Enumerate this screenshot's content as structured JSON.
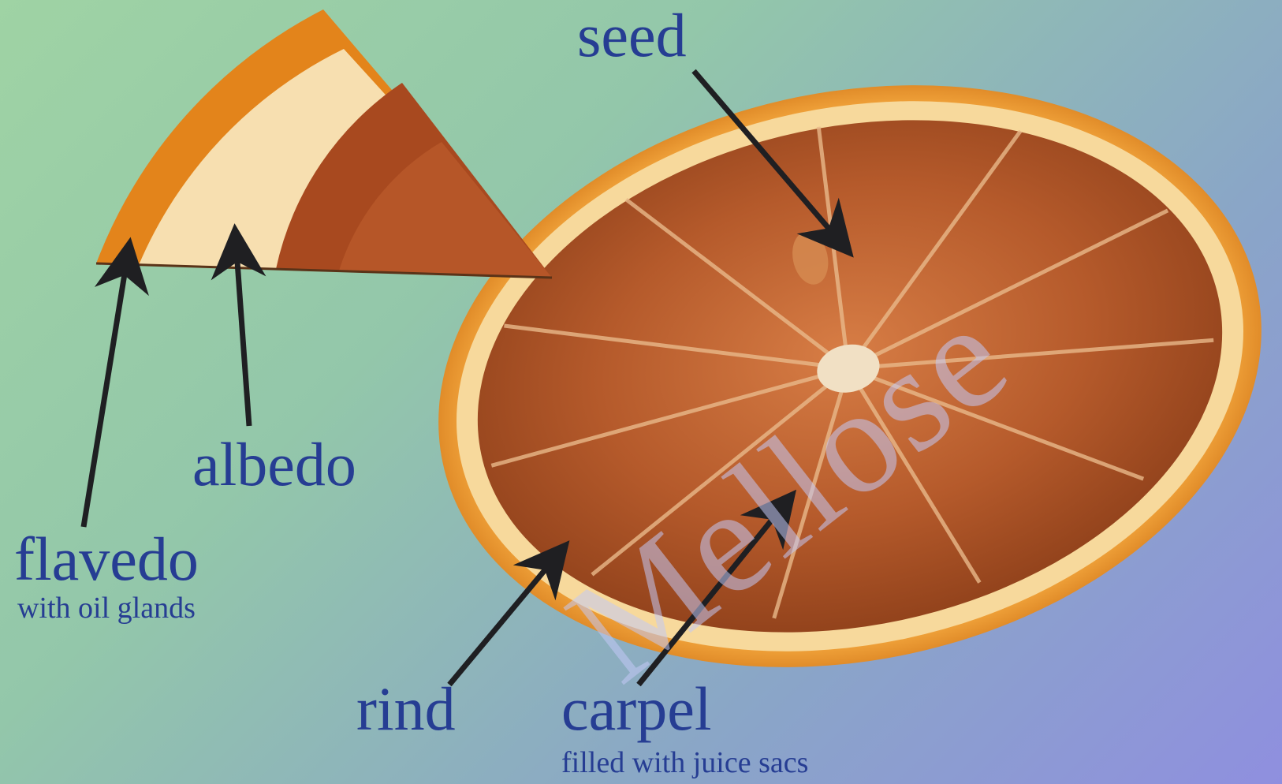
{
  "labels": {
    "seed": "seed",
    "albedo": "albedo",
    "flavedo": "flavedo",
    "flavedo_note": "with oil glands",
    "rind": "rind",
    "carpel": "carpel",
    "carpel_note": "filled with juice sacs"
  },
  "watermark": "Mellose",
  "segment_count": 11,
  "colors": {
    "label_text": "#263d93",
    "arrow": "#1f1f22",
    "rind": "#e38a1c",
    "albedo": "#f6dca6",
    "flesh": "#a44c22"
  }
}
